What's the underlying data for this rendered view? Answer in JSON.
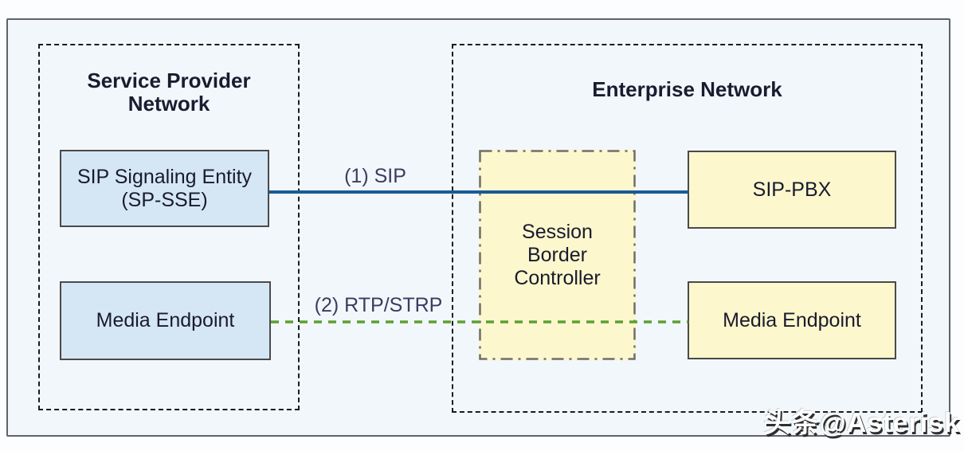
{
  "diagram": {
    "service_provider": {
      "title": "Service Provider\nNetwork",
      "nodes": {
        "sp_sse": "SIP Signaling Entity\n(SP-SSE)",
        "media_endpoint": "Media Endpoint"
      }
    },
    "enterprise": {
      "title": "Enterprise Network",
      "nodes": {
        "sbc": "Session\nBorder\nController",
        "sip_pbx": "SIP-PBX",
        "media_endpoint": "Media Endpoint"
      }
    },
    "connections": {
      "sip": {
        "label": "(1) SIP",
        "style": "solid",
        "color": "#1a5a96"
      },
      "rtp": {
        "label": "(2) RTP/STRP",
        "style": "dashed",
        "color": "#5da032"
      }
    },
    "colors": {
      "provider_node_fill": "#d5e7f5",
      "enterprise_node_fill": "#fcf7cd",
      "frame_background": "#f2f7fb"
    },
    "watermark": "头条@Asterisk"
  }
}
